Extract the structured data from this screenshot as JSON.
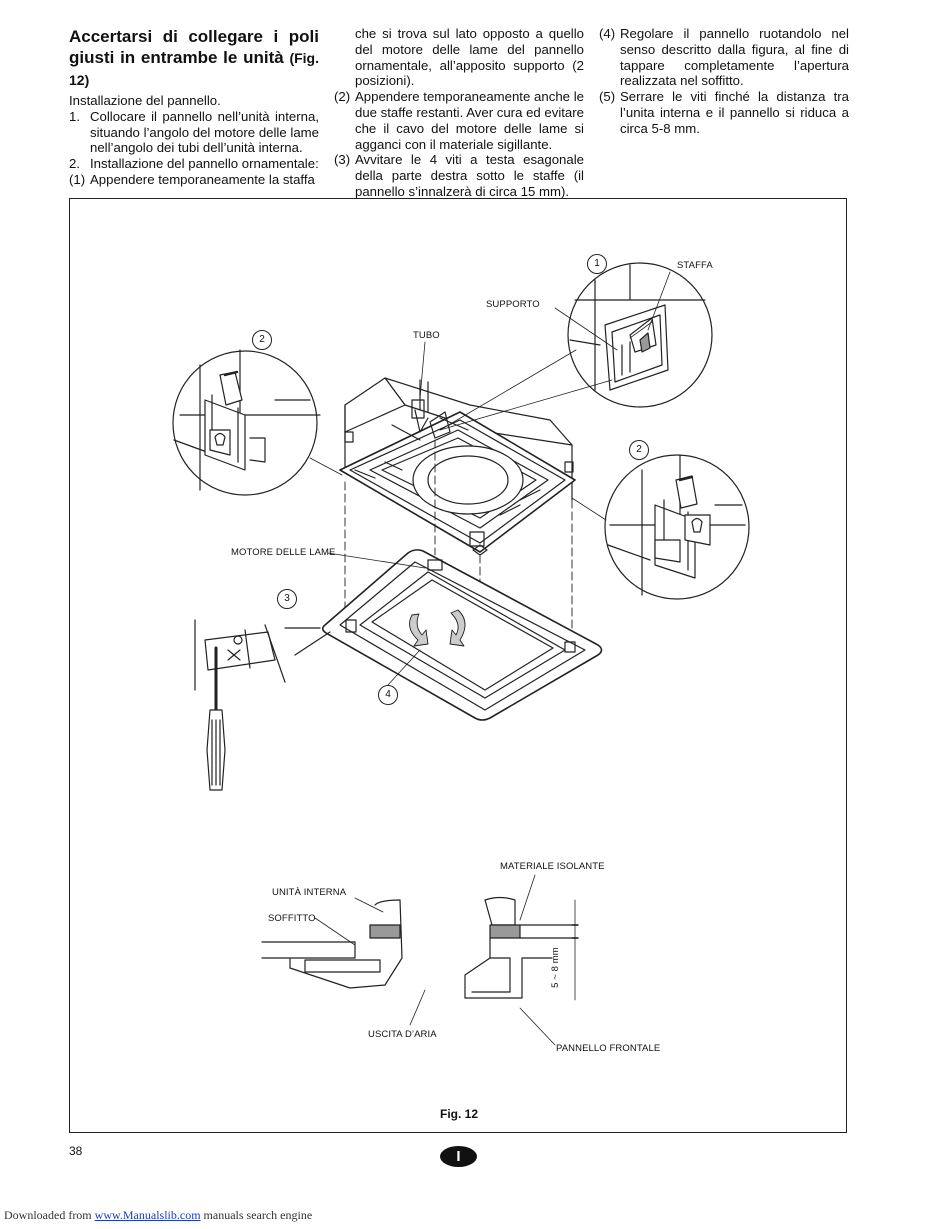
{
  "col1": {
    "heading": "Accertarsi di collegare i poli giusti in entrambe le unità",
    "heading_ref": "(Fig. 12)",
    "intro": "Installazione del pannello.",
    "item1_num": "1.",
    "item1_text": "Collocare il pannello nell’unità interna, situando l’angolo del motore delle lame nell’angolo dei tubi dell’unità interna.",
    "item2_num": "2.",
    "item2_text": "Installazione del pannello ornamentale:",
    "sub1_num": "(1)",
    "sub1_text": "Appendere temporaneamente la staffa"
  },
  "col2": {
    "sub1_cont": "che si trova sul lato opposto a quello del motore delle lame del pannello ornamentale, all’apposito supporto (2 posizioni).",
    "sub2_num": "(2)",
    "sub2_text": "Appendere temporaneamente anche le due staffe restanti. Aver cura ed evitare che il cavo del motore delle lame si agganci con il materiale sigillante.",
    "sub3_num": "(3)",
    "sub3_text": "Avvitare le 4 viti a testa esagonale della parte destra sotto le staffe (il pannello s’innalzerà di circa 15 mm)."
  },
  "col3": {
    "sub4_num": "(4)",
    "sub4_text": "Regolare il pannello ruotandolo nel senso descritto dalla figura, al fine di tappare completamente l’apertura realizzata nel soffitto.",
    "sub5_num": "(5)",
    "sub5_text": "Serrare le viti finché la distanza tra l’unita interna e il pannello si riduca a circa 5-8 mm."
  },
  "figure": {
    "labels": {
      "staffa": "STAFFA",
      "supporto": "SUPPORTO",
      "tubo": "TUBO",
      "motore": "MOTORE DELLE LAME",
      "materiale": "MATERIALE ISOLANTE",
      "unita": "UNITÀ INTERNA",
      "soffitto": "SOFFITTO",
      "uscita": "USCITA D’ARIA",
      "pannello": "PANNELLO FRONTALE",
      "dimension": "5 ~ 8 mm"
    },
    "callouts": {
      "c1": "1",
      "c2a": "2",
      "c2b": "2",
      "c3": "3",
      "c4": "4"
    },
    "caption": "Fig. 12"
  },
  "footer": {
    "page_number": "38",
    "language_badge": "I",
    "downloaded_prefix": "Downloaded from",
    "link_text": "www.Manualslib.com",
    "suffix": "manuals search engine"
  }
}
